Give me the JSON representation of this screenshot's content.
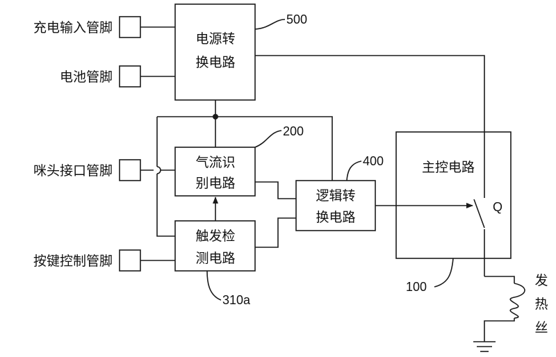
{
  "pins": {
    "charge_input": "充电输入管脚",
    "battery": "电池管脚",
    "mic_interface": "咪头接口管脚",
    "button_control": "按键控制管脚"
  },
  "blocks": {
    "power_conversion": {
      "line1": "电源转",
      "line2": "换电路",
      "ref": "500"
    },
    "airflow_recognition": {
      "line1": "气流识",
      "line2": "别电路",
      "ref": "200"
    },
    "trigger_detection": {
      "line1": "触发检",
      "line2": "测电路",
      "ref": "310a"
    },
    "logic_conversion": {
      "line1": "逻辑转",
      "line2": "换电路",
      "ref": "400"
    },
    "main_control": {
      "label": "主控电路",
      "ref": "100"
    }
  },
  "switch_label": "Q",
  "heater": {
    "line1": "发",
    "line2": "热",
    "line3": "丝"
  }
}
